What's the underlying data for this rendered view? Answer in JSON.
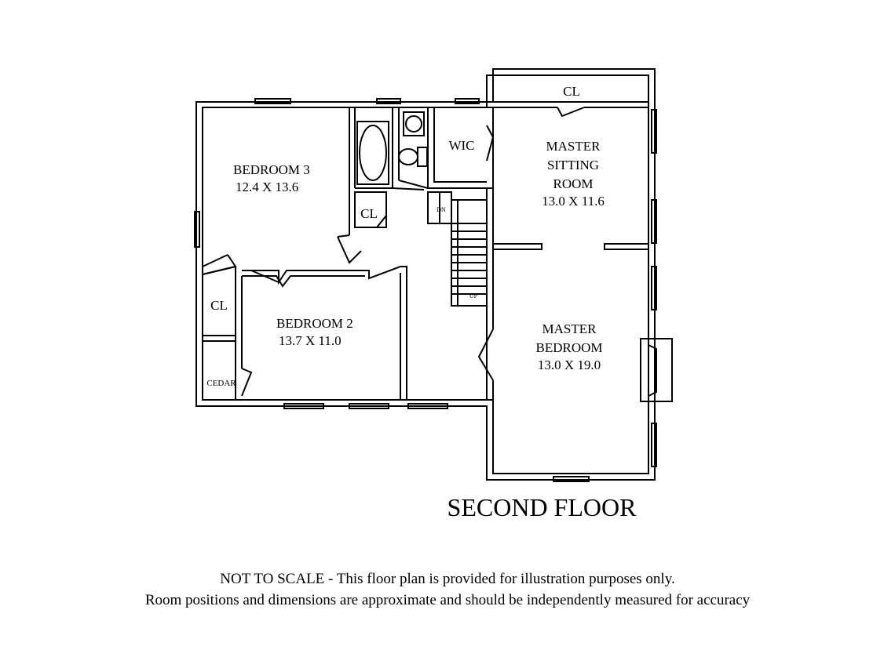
{
  "rooms": {
    "bedroom3": {
      "name": "BEDROOM 3",
      "dims": "12.4 X 13.6"
    },
    "bedroom2": {
      "name": "BEDROOM 2",
      "dims": "13.7 X 11.0"
    },
    "master_sitting": {
      "line1": "MASTER",
      "line2": "SITTING",
      "line3": "ROOM",
      "dims": "13.0 X 11.6"
    },
    "master_bedroom": {
      "line1": "MASTER",
      "line2": "BEDROOM",
      "dims": "13.0 X 19.0"
    },
    "wic": "WIC",
    "closet_top": "CL",
    "closet_hall": "CL",
    "closet_left": "CL",
    "cedar": "CEDAR",
    "stair_down": "DN",
    "stair_up": "UP"
  },
  "title": "SECOND FLOOR",
  "disclaimer": {
    "line1": "NOT TO SCALE - This floor plan is provided for illustration purposes only.",
    "line2": "Room positions and dimensions are approximate and should be independently measured for accuracy"
  }
}
